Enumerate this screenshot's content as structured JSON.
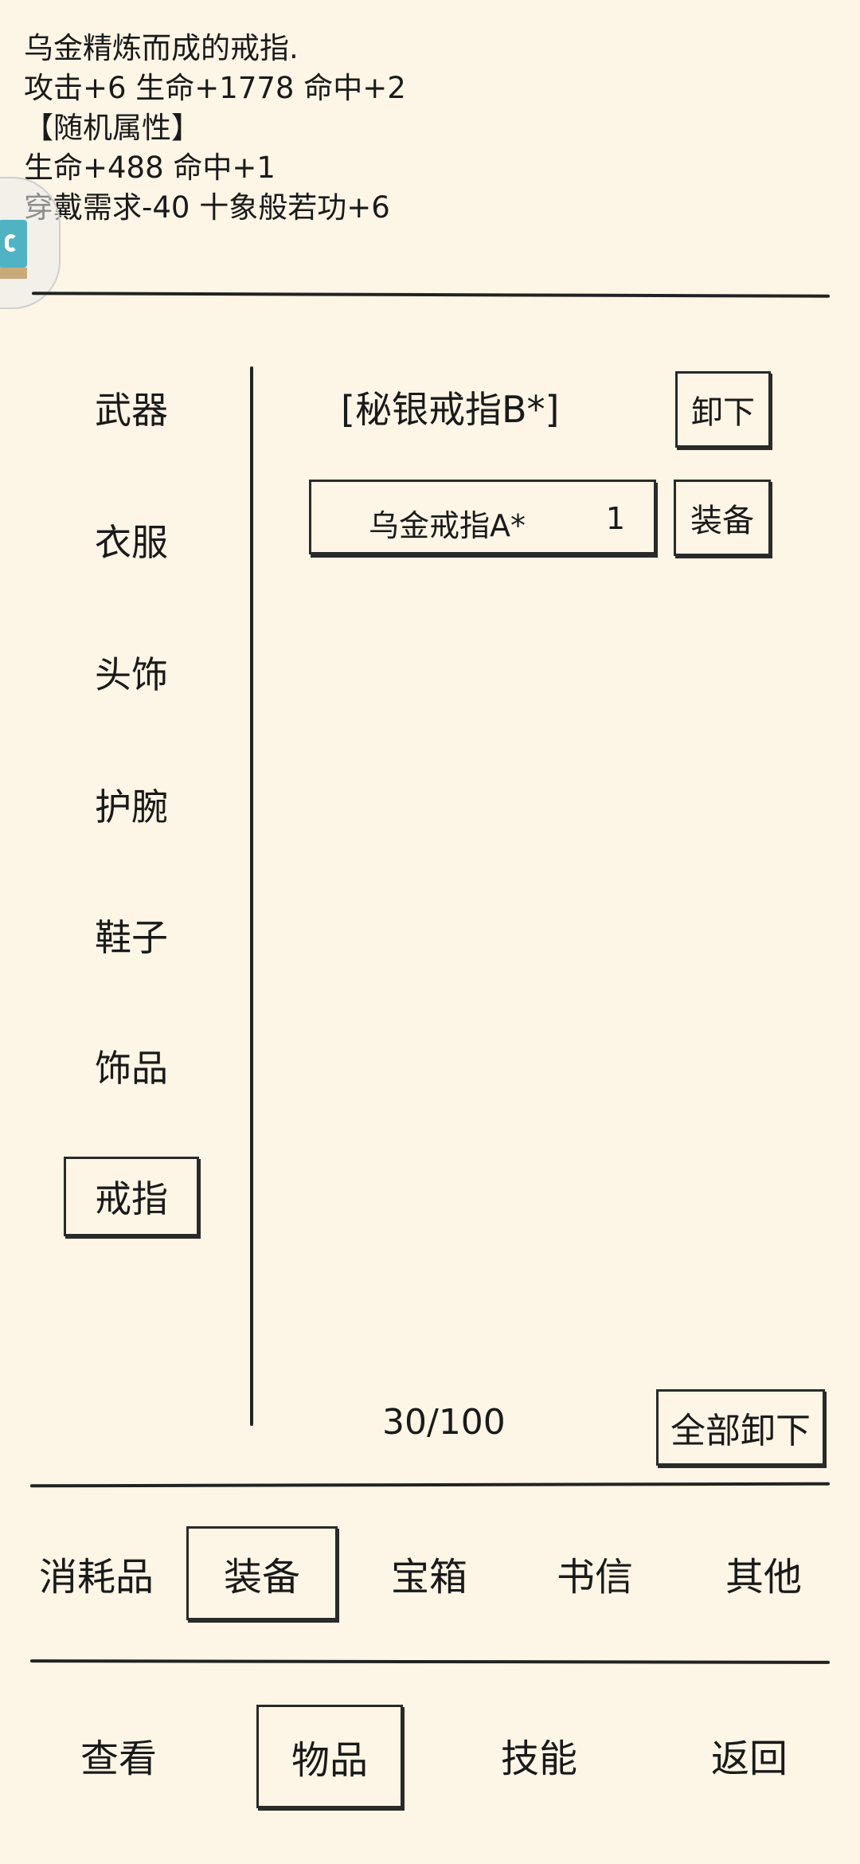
{
  "description": {
    "line1": "乌金精炼而成的戒指.",
    "line2": "攻击+6 生命+1778 命中+2",
    "line3": "【随机属性】",
    "line4": "生命+488 命中+1",
    "line5": "穿戴需求-40 十象般若功+6"
  },
  "categories": {
    "weapon": "武器",
    "clothes": "衣服",
    "headwear": "头饰",
    "bracer": "护腕",
    "shoes": "鞋子",
    "accessory": "饰品",
    "ring": "戒指"
  },
  "equipped": {
    "name": "[秘银戒指B*]",
    "unequip_label": "卸下"
  },
  "items": [
    {
      "name": "乌金戒指A*",
      "count": "1",
      "equip_label": "装备"
    }
  ],
  "capacity": "30/100",
  "unequip_all_label": "全部卸下",
  "bag_tabs": {
    "consumables": "消耗品",
    "equipment": "装备",
    "chest": "宝箱",
    "letters": "书信",
    "other": "其他"
  },
  "bottom_nav": {
    "view": "查看",
    "items": "物品",
    "skills": "技能",
    "back": "返回"
  }
}
